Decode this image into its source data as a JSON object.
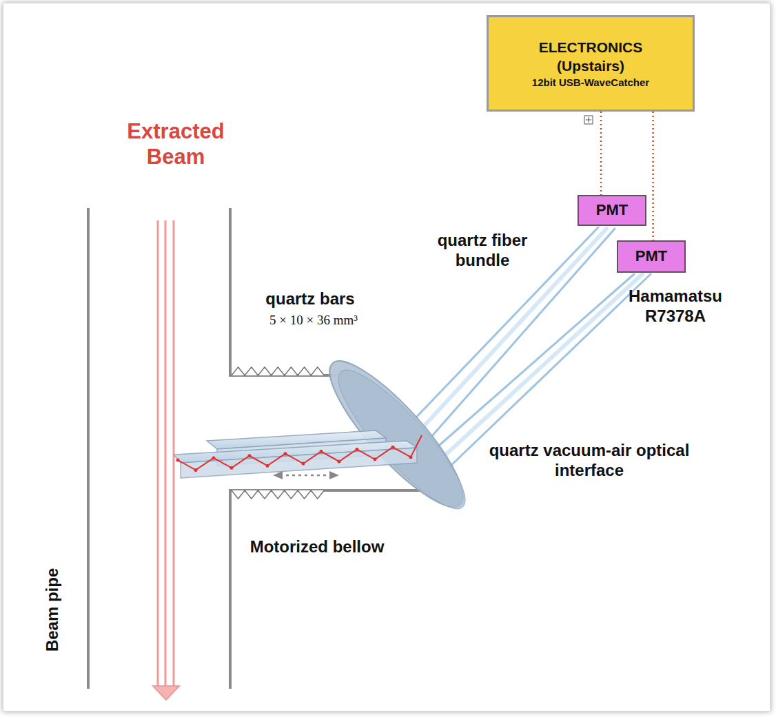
{
  "diagram": {
    "nodes": [
      {
        "text": [
          "ELECTRONICS",
          "(Upstairs)",
          "12bit USB-WaveCatcher"
        ]
      },
      {
        "text": [
          "PMT"
        ]
      },
      {
        "text": [
          "PMT"
        ]
      }
    ],
    "edges": [
      {
        "from": 0,
        "to": 1,
        "arrow": "none"
      },
      {
        "from": 0,
        "to": 2,
        "arrow": "none"
      }
    ],
    "labels": [
      "Extracted Beam",
      "quartz fiber bundle",
      "quartz bars",
      "5 × 10 × 36 mm³",
      "Hamamatsu R7378A",
      "quartz vacuum-air optical interface",
      "Motorized bellow",
      "Beam pipe"
    ]
  }
}
